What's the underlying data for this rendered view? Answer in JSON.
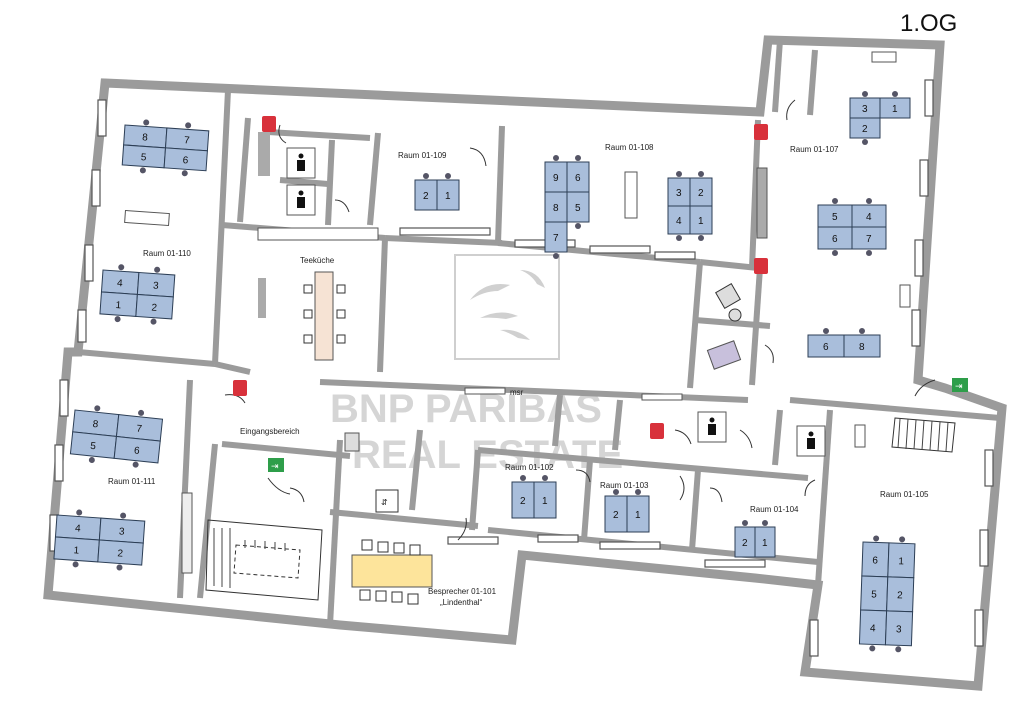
{
  "floor": "1.OG",
  "watermark": {
    "line1": "BNP PARIBAS",
    "line2": "REAL ESTATE"
  },
  "colors": {
    "wall": "#9b9b9b",
    "desk": "#a9bedb",
    "desk_stroke": "#2c3e55",
    "meeting_table": "#fde49b",
    "kitchen_table": "#f6e3d4",
    "exit_sign": "#2e9e4a",
    "fire_sign": "#d8313b"
  },
  "rooms": [
    {
      "id": "01-110",
      "label": "Raum 01-110"
    },
    {
      "id": "01-109",
      "label": "Raum 01-109"
    },
    {
      "id": "01-108",
      "label": "Raum 01-108"
    },
    {
      "id": "01-107",
      "label": "Raum 01-107"
    },
    {
      "id": "kitchen",
      "label": "Teeküche"
    },
    {
      "id": "01-111",
      "label": "Raum 01-111"
    },
    {
      "id": "entrance",
      "label": "Eingangsbereich"
    },
    {
      "id": "01-102",
      "label": "Raum 01-102"
    },
    {
      "id": "01-103",
      "label": "Raum 01-103"
    },
    {
      "id": "01-104",
      "label": "Raum 01-104"
    },
    {
      "id": "01-105",
      "label": "Raum 01-105"
    },
    {
      "id": "01-101",
      "label": "Besprecher 01-101"
    },
    {
      "id": "01-101b",
      "label": "„Lindenthal“"
    },
    {
      "id": "msr",
      "label": "msr"
    }
  ],
  "desks": [
    {
      "room": "01-110",
      "numbers": [
        "8",
        "7",
        "5",
        "6"
      ]
    },
    {
      "room": "01-110",
      "numbers": [
        "4",
        "3",
        "1",
        "2"
      ]
    },
    {
      "room": "01-109",
      "numbers": [
        "2",
        "1"
      ]
    },
    {
      "room": "01-108",
      "numbers": [
        "9",
        "6",
        "8",
        "5",
        "7"
      ]
    },
    {
      "room": "01-108",
      "numbers": [
        "3",
        "2",
        "4",
        "1"
      ]
    },
    {
      "room": "01-107",
      "numbers": [
        "3",
        "1",
        "2"
      ]
    },
    {
      "room": "01-107",
      "numbers": [
        "5",
        "4",
        "6",
        "7"
      ]
    },
    {
      "room": "01-107",
      "numbers": [
        "6",
        "8"
      ]
    },
    {
      "room": "01-111",
      "numbers": [
        "8",
        "7",
        "5",
        "6"
      ]
    },
    {
      "room": "01-111",
      "numbers": [
        "4",
        "3",
        "1",
        "2"
      ]
    },
    {
      "room": "01-102",
      "numbers": [
        "2",
        "1"
      ]
    },
    {
      "room": "01-103",
      "numbers": [
        "2",
        "1"
      ]
    },
    {
      "room": "01-104",
      "numbers": [
        "2",
        "1"
      ]
    },
    {
      "room": "01-105",
      "numbers": [
        "6",
        "1",
        "5",
        "2",
        "4",
        "3"
      ]
    }
  ],
  "icons": [
    "toilet-icon",
    "toilet-icon",
    "toilet-icon",
    "toilet-icon",
    "elevator-icon",
    "exit-icon",
    "exit-icon",
    "fire-extinguisher-icon",
    "printer-icon",
    "bnp-logo-icon"
  ]
}
